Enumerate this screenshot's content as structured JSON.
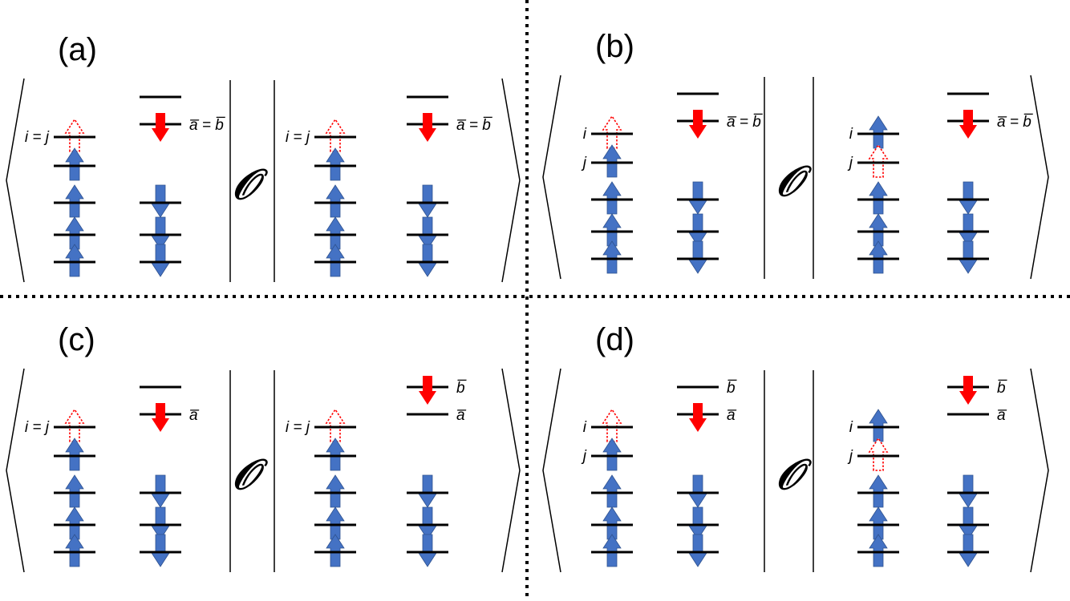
{
  "panels": [
    {
      "id": "a",
      "label": "(a)",
      "operator": "𝒪",
      "kets": [
        {
          "alpha": [
            "hole",
            "up",
            "up",
            "up",
            "up"
          ],
          "alpha_labels": [
            "i = j",
            "",
            "",
            "",
            ""
          ],
          "beta_top": [
            {
              "occ": "empty",
              "label": ""
            },
            {
              "occ": "red",
              "label": "a̅ = b̅"
            }
          ],
          "beta_low": [
            "down",
            "down",
            "down"
          ]
        },
        {
          "alpha": [
            "hole",
            "up",
            "up",
            "up",
            "up"
          ],
          "alpha_labels": [
            "i = j",
            "",
            "",
            "",
            ""
          ],
          "beta_top": [
            {
              "occ": "empty",
              "label": ""
            },
            {
              "occ": "red",
              "label": "a̅ = b̅"
            }
          ],
          "beta_low": [
            "down",
            "down",
            "down"
          ]
        }
      ]
    },
    {
      "id": "b",
      "label": "(b)",
      "operator": "𝒪",
      "kets": [
        {
          "alpha": [
            "hole",
            "up",
            "up",
            "up",
            "up"
          ],
          "alpha_labels": [
            "i",
            "j",
            "",
            "",
            ""
          ],
          "beta_top": [
            {
              "occ": "empty",
              "label": ""
            },
            {
              "occ": "red",
              "label": "a̅ = b̅"
            }
          ],
          "beta_low": [
            "down",
            "down",
            "down"
          ]
        },
        {
          "alpha": [
            "up",
            "hole",
            "up",
            "up",
            "up"
          ],
          "alpha_labels": [
            "i",
            "j",
            "",
            "",
            ""
          ],
          "beta_top": [
            {
              "occ": "empty",
              "label": ""
            },
            {
              "occ": "red",
              "label": "a̅ = b̅"
            }
          ],
          "beta_low": [
            "down",
            "down",
            "down"
          ]
        }
      ]
    },
    {
      "id": "c",
      "label": "(c)",
      "operator": "𝒪",
      "kets": [
        {
          "alpha": [
            "hole",
            "up",
            "up",
            "up",
            "up"
          ],
          "alpha_labels": [
            "i = j",
            "",
            "",
            "",
            ""
          ],
          "beta_top": [
            {
              "occ": "empty",
              "label": ""
            },
            {
              "occ": "red",
              "label": "a̅"
            }
          ],
          "beta_low": [
            "down",
            "down",
            "down"
          ]
        },
        {
          "alpha": [
            "hole",
            "up",
            "up",
            "up",
            "up"
          ],
          "alpha_labels": [
            "i = j",
            "",
            "",
            "",
            ""
          ],
          "beta_top": [
            {
              "occ": "red",
              "label": "b̅"
            },
            {
              "occ": "empty",
              "label": "a̅"
            }
          ],
          "beta_low": [
            "down",
            "down",
            "down"
          ]
        }
      ]
    },
    {
      "id": "d",
      "label": "(d)",
      "operator": "𝒪",
      "kets": [
        {
          "alpha": [
            "hole",
            "up",
            "up",
            "up",
            "up"
          ],
          "alpha_labels": [
            "i",
            "j",
            "",
            "",
            ""
          ],
          "beta_top": [
            {
              "occ": "empty",
              "label": "b̅"
            },
            {
              "occ": "red",
              "label": "a̅"
            }
          ],
          "beta_low": [
            "down",
            "down",
            "down"
          ]
        },
        {
          "alpha": [
            "up",
            "hole",
            "up",
            "up",
            "up"
          ],
          "alpha_labels": [
            "i",
            "j",
            "",
            "",
            ""
          ],
          "beta_top": [
            {
              "occ": "red",
              "label": "b̅"
            },
            {
              "occ": "empty",
              "label": "a̅"
            }
          ],
          "beta_low": [
            "down",
            "down",
            "down"
          ]
        }
      ]
    }
  ],
  "colors": {
    "spin_up": "#4472C4",
    "spin_down": "#4472C4",
    "excited": "#FF0000",
    "hole_outline": "#FF0000",
    "line": "#000000"
  }
}
